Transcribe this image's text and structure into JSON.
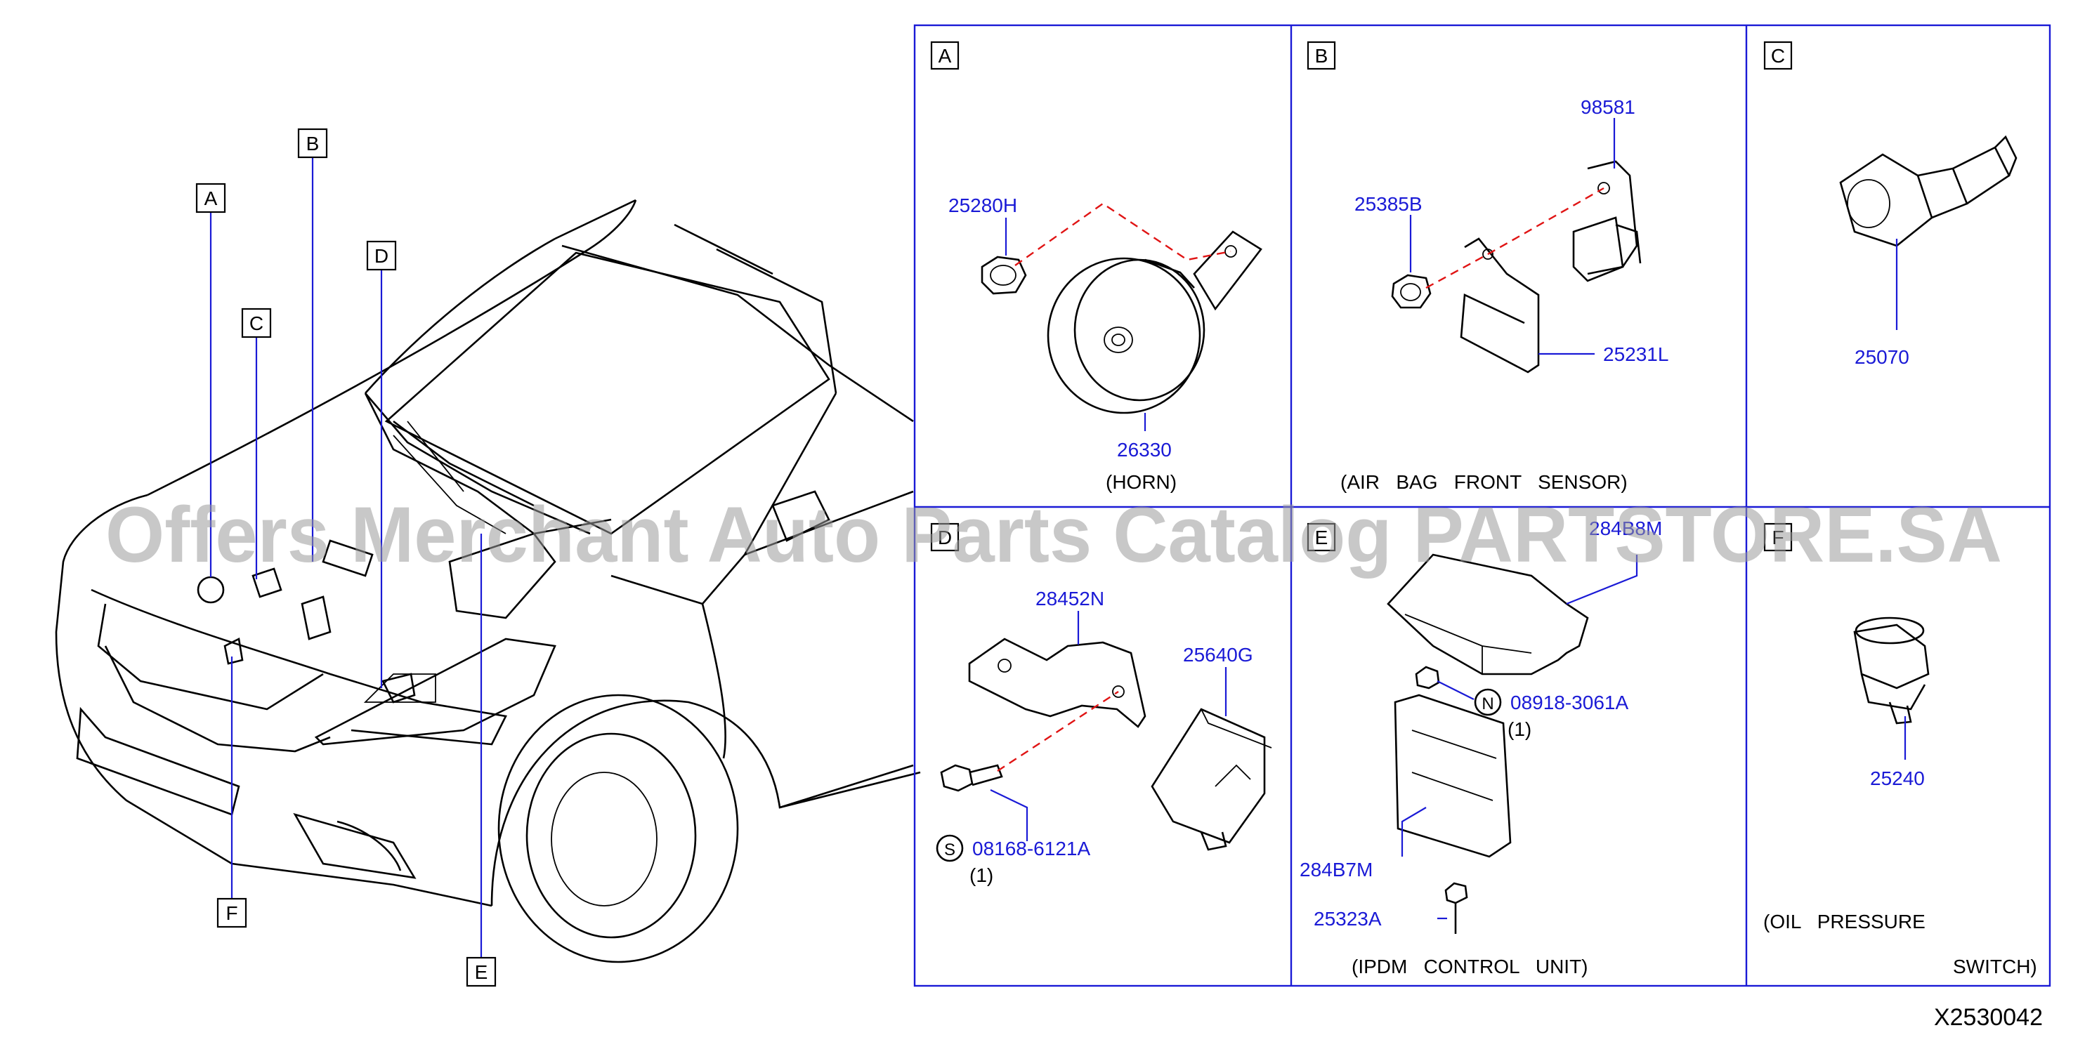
{
  "watermark": "Offers Merchant Auto Parts Catalog PARTSTORE.SA",
  "diagram_id": "X2530042",
  "vehicle_callouts": [
    "A",
    "B",
    "C",
    "D",
    "E",
    "F"
  ],
  "panels": {
    "A": {
      "letter": "A",
      "caption": "(HORN)",
      "parts": [
        "25280H",
        "26330"
      ]
    },
    "B": {
      "letter": "B",
      "caption": "(AIR   BAG   FRONT   SENSOR)",
      "parts": [
        "98581",
        "25385B",
        "25231L"
      ]
    },
    "C": {
      "letter": "C",
      "parts": [
        "25070"
      ]
    },
    "D": {
      "letter": "D",
      "parts": [
        "28452N",
        "25640G",
        "08168-6121A"
      ],
      "qty": "(1)",
      "symbol": "S"
    },
    "E": {
      "letter": "E",
      "caption": "(IPDM   CONTROL   UNIT)",
      "parts": [
        "284B8M",
        "08918-3061A",
        "284B7M",
        "25323A"
      ],
      "qty": "(1)",
      "symbol": "N"
    },
    "F": {
      "letter": "F",
      "caption_line1": "(OIL   PRESSURE",
      "caption_line2": "SWITCH)",
      "parts": [
        "25240"
      ]
    }
  }
}
